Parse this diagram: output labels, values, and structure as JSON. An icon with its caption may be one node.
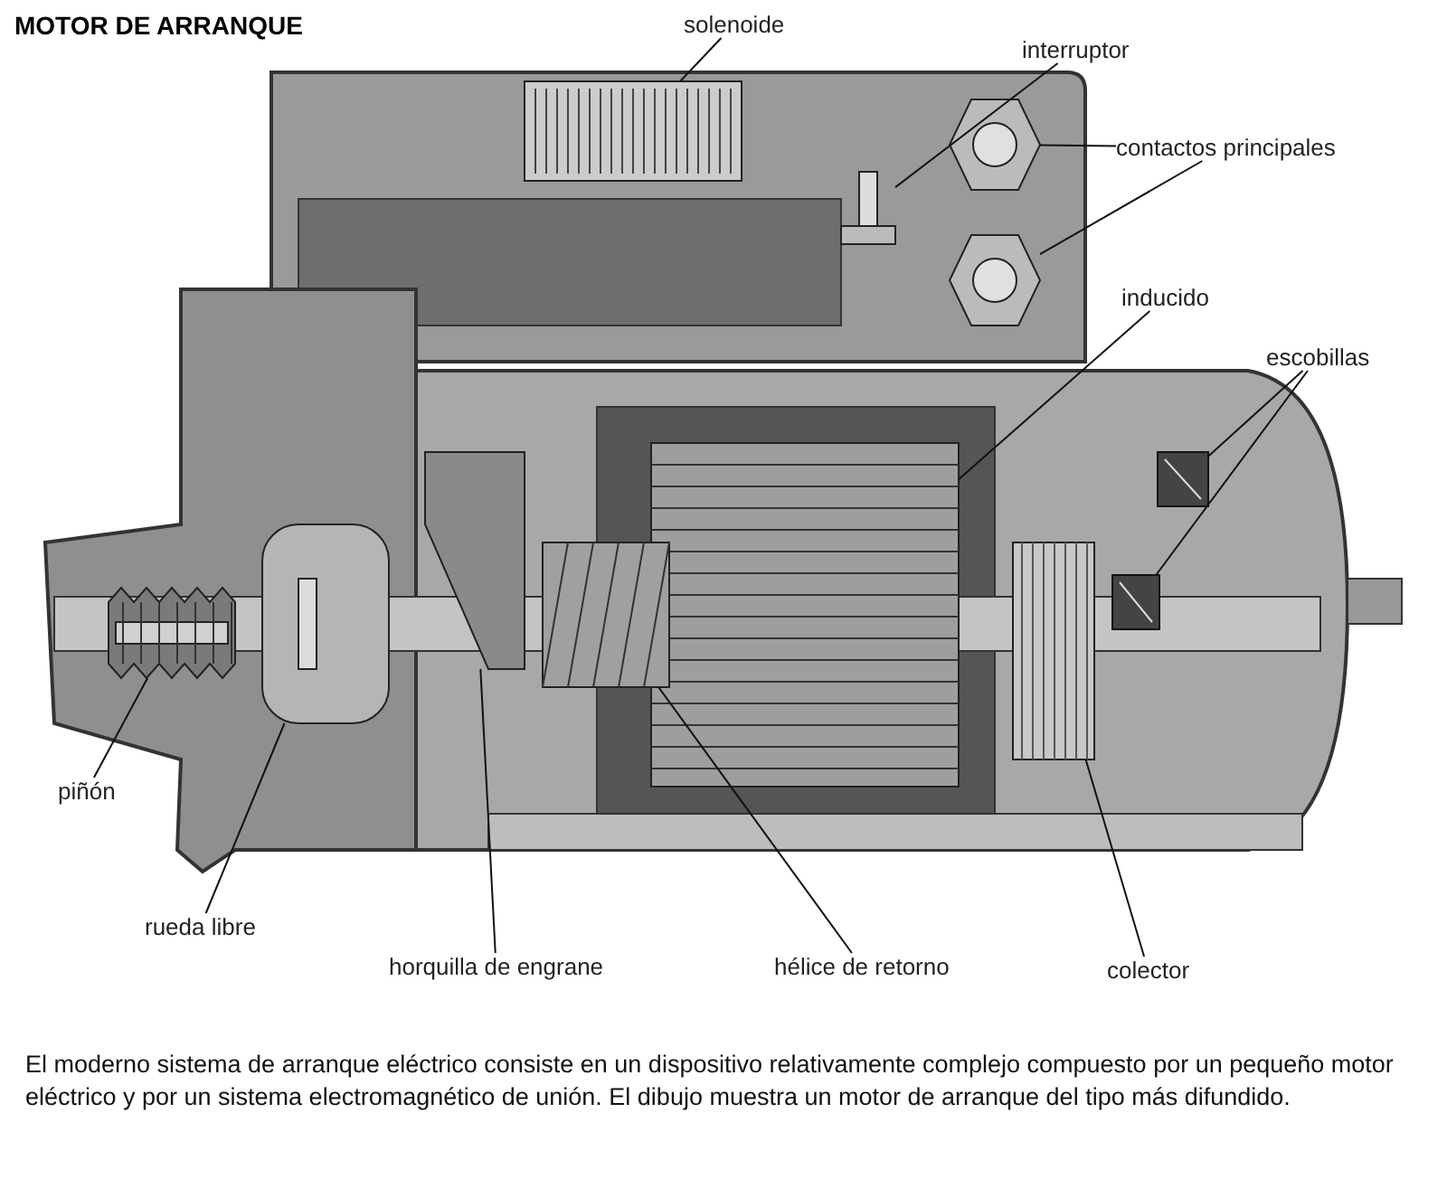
{
  "diagram": {
    "title": "MOTOR DE ARRANQUE",
    "caption": "El moderno sistema de arranque eléctrico consiste en un dispositivo relativamente complejo compuesto por un pequeño motor eléctrico y por un sistema electromagnético de unión. El dibujo muestra un motor de arranque del tipo más difundido.",
    "nodes": [
      {
        "text": [
          "solenoide"
        ]
      },
      {
        "text": [],
        "shape": "picture"
      },
      {
        "text": [
          "interruptor"
        ]
      },
      {
        "text": [],
        "shape": "picture"
      },
      {
        "text": [
          "contactos principales"
        ]
      },
      {
        "text": [],
        "shape": "picture"
      },
      {
        "text": [],
        "shape": "picture"
      },
      {
        "text": [
          "inducido"
        ]
      },
      {
        "text": [],
        "shape": "picture"
      },
      {
        "text": [
          "escobillas"
        ]
      },
      {
        "text": [],
        "shape": "picture"
      },
      {
        "text": [],
        "shape": "picture"
      },
      {
        "text": [
          "piñón"
        ]
      },
      {
        "text": [],
        "shape": "picture"
      },
      {
        "text": [
          "rueda libre"
        ]
      },
      {
        "text": [],
        "shape": "picture"
      },
      {
        "text": [
          "horquilla de engrane"
        ]
      },
      {
        "text": [],
        "shape": "picture"
      },
      {
        "text": [
          "hélice de retorno"
        ]
      },
      {
        "text": [],
        "shape": "picture"
      },
      {
        "text": [
          "colector"
        ]
      },
      {
        "text": [],
        "shape": "picture"
      }
    ],
    "edges": [
      {
        "from": 0,
        "to": 1,
        "arrow": "none"
      },
      {
        "from": 2,
        "to": 3,
        "arrow": "none"
      },
      {
        "from": 4,
        "to": 5,
        "arrow": "none"
      },
      {
        "from": 4,
        "to": 6,
        "arrow": "none"
      },
      {
        "from": 7,
        "to": 8,
        "arrow": "none"
      },
      {
        "from": 9,
        "to": 10,
        "arrow": "none"
      },
      {
        "from": 9,
        "to": 11,
        "arrow": "none"
      },
      {
        "from": 12,
        "to": 13,
        "arrow": "none"
      },
      {
        "from": 14,
        "to": 15,
        "arrow": "none"
      },
      {
        "from": 16,
        "to": 17,
        "arrow": "none"
      },
      {
        "from": 18,
        "to": 19,
        "arrow": "none"
      },
      {
        "from": 20,
        "to": 21,
        "arrow": "none"
      }
    ]
  }
}
